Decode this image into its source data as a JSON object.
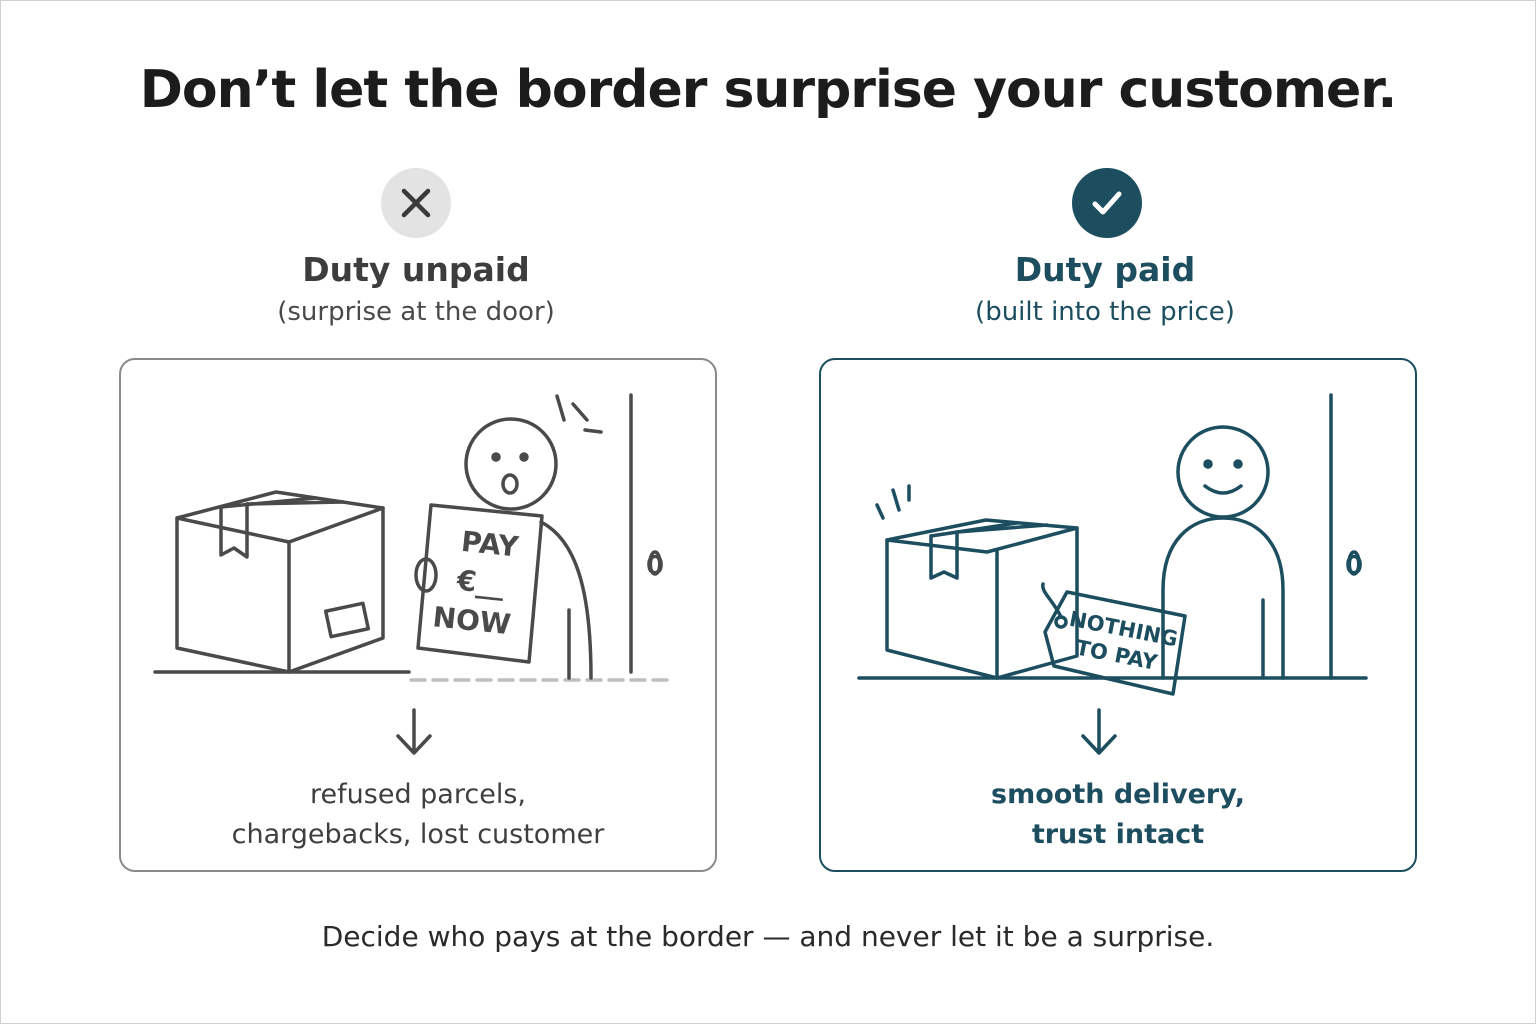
{
  "title": "Don’t let the border surprise your customer.",
  "left": {
    "icon": "x-icon",
    "heading": "Duty unpaid",
    "subheading": "(surprise at the door)",
    "sign_line1": "PAY",
    "sign_line2": "€__",
    "sign_line3": "NOW",
    "door_number": "0",
    "outcome_line1": "refused parcels,",
    "outcome_line2": "chargebacks, lost customer",
    "accent": "#8a8a8a"
  },
  "right": {
    "icon": "check-icon",
    "heading": "Duty paid",
    "subheading": "(built into the price)",
    "tag_line1": "NOTHING",
    "tag_line2": "TO PAY",
    "door_number": "0",
    "outcome_line1": "smooth delivery,",
    "outcome_line2": "trust intact",
    "accent": "#1c4e60"
  },
  "footer": "Decide who pays at the border — and never let it be a surprise."
}
